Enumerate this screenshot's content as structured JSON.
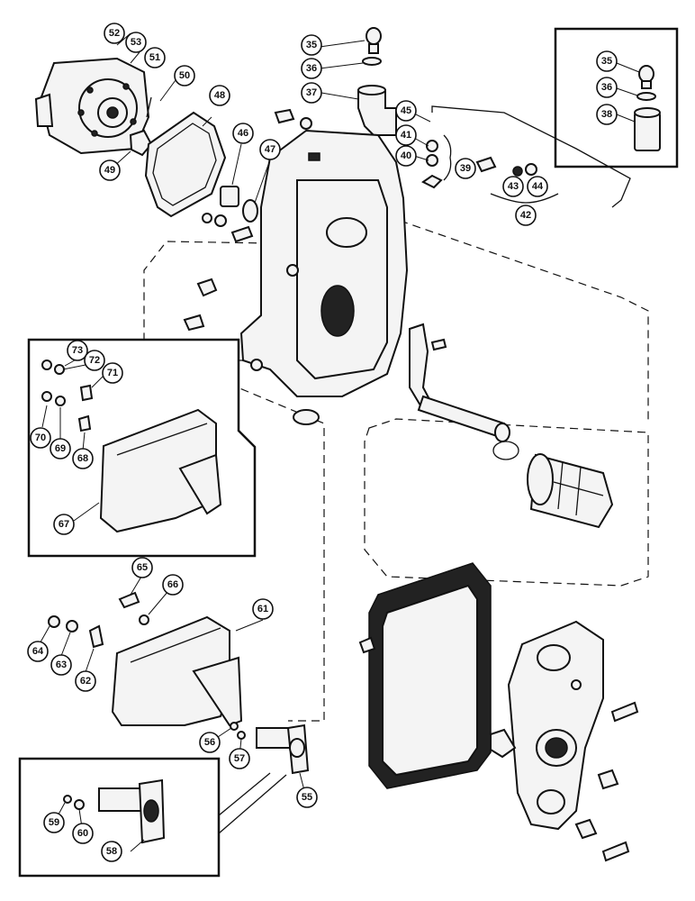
{
  "callouts": [
    {
      "n": "35"
    },
    {
      "n": "36"
    },
    {
      "n": "37"
    },
    {
      "n": "35"
    },
    {
      "n": "36"
    },
    {
      "n": "38"
    },
    {
      "n": "45"
    },
    {
      "n": "41"
    },
    {
      "n": "40"
    },
    {
      "n": "39"
    },
    {
      "n": "43"
    },
    {
      "n": "44"
    },
    {
      "n": "42"
    },
    {
      "n": "52"
    },
    {
      "n": "53"
    },
    {
      "n": "51"
    },
    {
      "n": "50"
    },
    {
      "n": "49"
    },
    {
      "n": "48"
    },
    {
      "n": "46"
    },
    {
      "n": "47"
    },
    {
      "n": "73"
    },
    {
      "n": "72"
    },
    {
      "n": "71"
    },
    {
      "n": "70"
    },
    {
      "n": "69"
    },
    {
      "n": "68"
    },
    {
      "n": "67"
    },
    {
      "n": "65"
    },
    {
      "n": "66"
    },
    {
      "n": "64"
    },
    {
      "n": "63"
    },
    {
      "n": "62"
    },
    {
      "n": "61"
    },
    {
      "n": "56"
    },
    {
      "n": "57"
    },
    {
      "n": "55"
    },
    {
      "n": "59"
    },
    {
      "n": "60"
    },
    {
      "n": "58"
    }
  ]
}
